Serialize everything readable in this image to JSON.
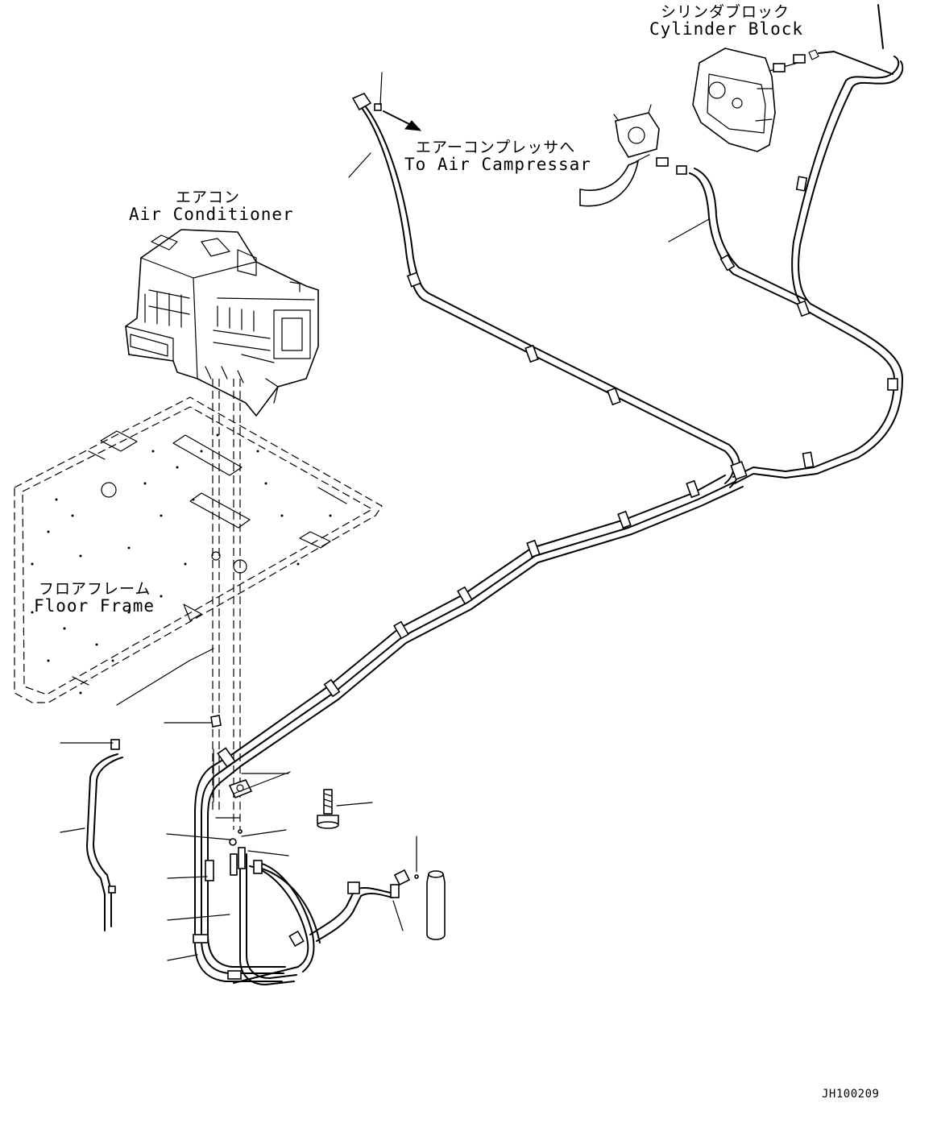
{
  "labels": {
    "cylinder_block_jp": "シリンダブロック",
    "cylinder_block_en": "Cylinder Block",
    "air_compressor_jp": "エアーコンプレッサへ",
    "air_compressor_en": "To Air Campressar",
    "air_conditioner_jp": "エアコン",
    "air_conditioner_en": "Air Conditioner",
    "floor_frame_jp": "フロアフレーム",
    "floor_frame_en": "Floor Frame"
  },
  "drawing_code": "JH100209"
}
